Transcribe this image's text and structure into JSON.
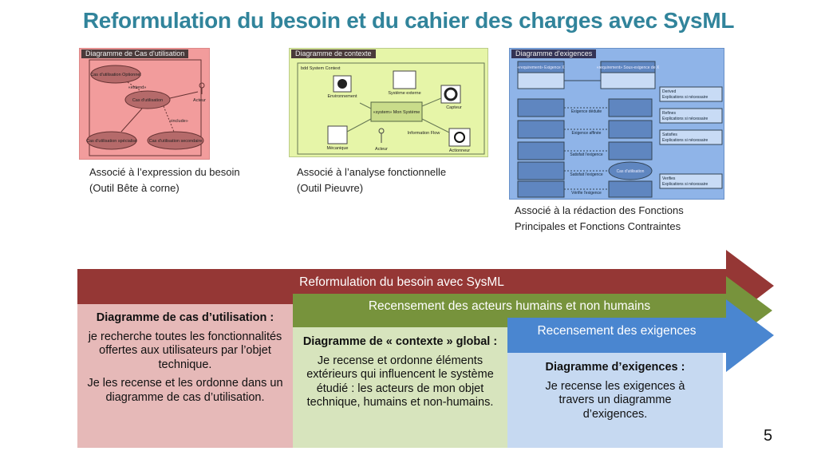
{
  "title": "Reformulation du besoin et  du cahier des charges avec SysML",
  "diagrams": [
    {
      "tag": "Diagramme de Cas d'utilisation",
      "labels": [
        "Cas d'utilisation Optionnel",
        "«extend»",
        "Cas d'utilisation",
        "Acteur",
        "«include»",
        "Cas d'utilisation spécialisé",
        "Cas d'utilisation secondaire"
      ],
      "caption": [
        "Associé à l’expression du besoin",
        "(Outil Bête à corne)"
      ]
    },
    {
      "tag": "Diagramme de contexte",
      "labels": [
        "bdd System Context",
        "Environnement",
        "Système externe",
        "Capteur",
        "«system» Mon Système",
        "Mécanique",
        "Acteur",
        "Information Flow",
        "Actionneur"
      ],
      "caption": [
        "Associé à l’analyse fonctionnelle",
        "(Outil Pieuvre)"
      ]
    },
    {
      "tag": "Diagramme d'exigences",
      "labels": [
        "«requirement» Exigence X",
        "«requirement» Sous-exigence de X",
        "Exigence déduite",
        "Exigence affinée",
        "Satisfait l'exigence",
        "Satisfait l'exigence",
        "Vérifie l'exigence",
        "Derived",
        "Refines",
        "Satisfies",
        "Verifies",
        "Cas d'utilisation",
        "Explications si nécessaire"
      ],
      "caption": [
        "Associé à la rédaction des Fonctions",
        "Principales et Fonctions Contraintes"
      ]
    }
  ],
  "arrows": {
    "red": "Reformulation du besoin avec SysML",
    "green": "Recensement des acteurs humains et non humains",
    "blue": "Recensement des exigences"
  },
  "boxes": [
    {
      "heading": "Diagramme de cas d’utilisation :",
      "paras": [
        "je recherche toutes les fonctionnalités offertes aux utilisateurs par l’objet technique.",
        "Je les recense et les ordonne dans un diagramme de cas d’utilisation."
      ]
    },
    {
      "heading": "Diagramme de « contexte » global :",
      "paras": [
        "Je recense et ordonne éléments extérieurs qui influencent le système étudié : les acteurs de mon objet technique, humains et non-humains."
      ]
    },
    {
      "heading": "Diagramme d’exigences :",
      "paras": [
        "Je recense les exigences à travers un diagramme d’exigences."
      ]
    }
  ],
  "page_number": "5",
  "colors": {
    "title": "#31849b",
    "red": "#953735",
    "pink": "#e6b9b8",
    "green": "#77933c",
    "lightgreen": "#d7e4bd",
    "blue": "#4a86d0",
    "lightblue": "#c6d9f1"
  }
}
